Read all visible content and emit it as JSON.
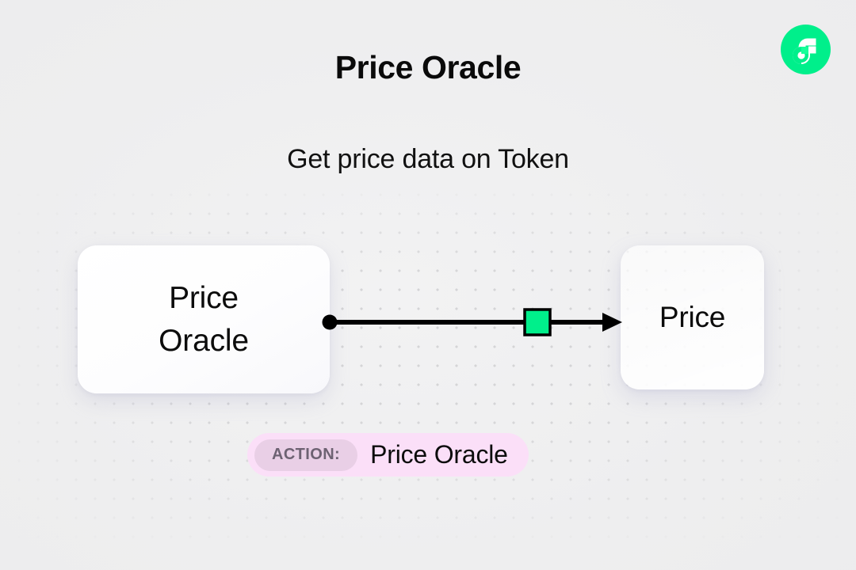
{
  "header": {
    "title": "Price Oracle",
    "subtitle": "Get price data on Token"
  },
  "logo": {
    "name": "flow-logo-icon",
    "circle_color": "#00ef8b",
    "mark_color": "#ffffff",
    "accent_color": "#16ff99"
  },
  "diagram": {
    "source_node": {
      "label_line1": "Price",
      "label_line2": "Oracle",
      "background": "#ffffff"
    },
    "target_node": {
      "label": "Price",
      "background": "#ffffff"
    },
    "connector": {
      "start_dot_color": "#000000",
      "line_color": "#000000",
      "arrowhead_color": "#000000",
      "marker_fill": "#00ef8b",
      "marker_stroke": "#000000"
    }
  },
  "action_badge": {
    "chip_label": "ACTION:",
    "value": "Price Oracle",
    "pill_color": "#fbdff8",
    "chip_color": "#e9cfe6",
    "chip_text_color": "#6d6272"
  },
  "background": {
    "color": "#efefef",
    "dot_color": "#d4d4d6"
  }
}
